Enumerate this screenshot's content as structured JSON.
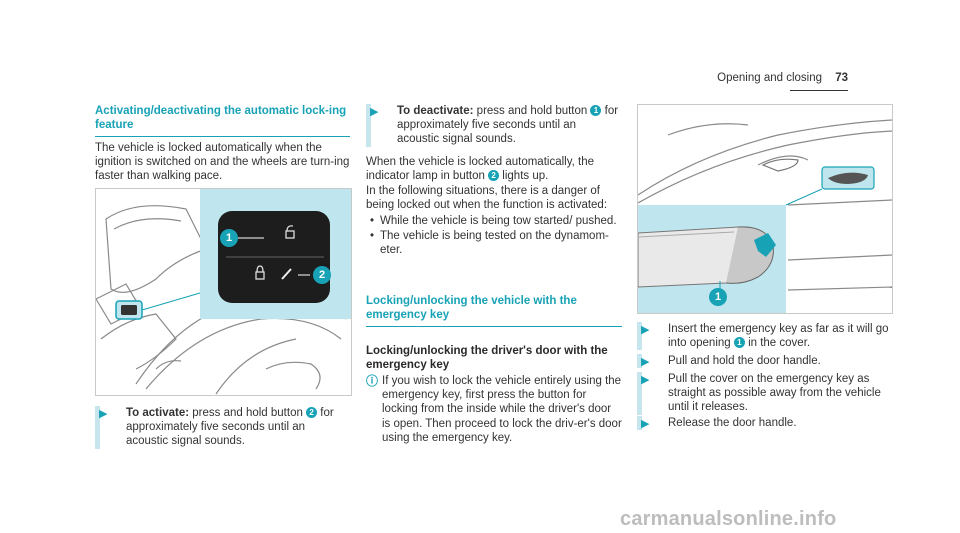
{
  "header": {
    "section": "Opening and closing",
    "page": "73"
  },
  "col1": {
    "heading": "Activating/deactivating the automatic lock-ing feature",
    "intro": "The vehicle is locked automatically when the ignition is switched on and the wheels are turn-ing faster than walking pace.",
    "step_activate": {
      "label": "To activate:",
      "text1": " press and hold button ",
      "num": "2",
      "text2": " for approximately five seconds until an acoustic signal sounds."
    }
  },
  "col2": {
    "step_deactivate": {
      "label": "To deactivate:",
      "text1": " press and hold button ",
      "num": "1",
      "text2": " for approximately five seconds until an acoustic signal sounds."
    },
    "para1_a": "When the vehicle is locked automatically, the indicator lamp in button ",
    "para1_num": "2",
    "para1_b": " lights up.",
    "para2": "In the following situations, there is a danger of being locked out when the function is activated:",
    "bullets": [
      "While the vehicle is being tow started/ pushed.",
      "The vehicle is being tested on the dynamom-eter."
    ],
    "heading2": "Locking/unlocking the vehicle with the emergency key",
    "subheading": "Locking/unlocking the driver's door with the emergency key",
    "note": "If you wish to lock the vehicle entirely using the emergency key, first press the button for locking from the inside while the driver's door is open. Then proceed to lock the driv-er's door using the emergency key."
  },
  "col3": {
    "step1_a": "Insert the emergency key as far as it will go into opening ",
    "step1_num": "1",
    "step1_b": " in the cover.",
    "step2": "Pull and hold the door handle.",
    "step3": "Pull the cover on the emergency key as straight as possible away from the vehicle until it releases.",
    "step4": "Release the door handle."
  },
  "fig1": {
    "callout1": "1",
    "callout2": "2"
  },
  "fig2": {
    "callout1": "1"
  },
  "watermark": "carmanualsonline.info",
  "colors": {
    "accent": "#18a2b6",
    "light_accent": "#c7e5ec",
    "panel": "#bfe6ee"
  }
}
